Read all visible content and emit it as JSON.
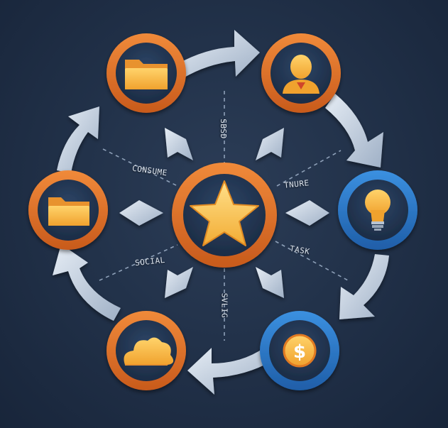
{
  "labels": {
    "top": "SBSD",
    "upper_left": "CONSUME",
    "upper_right": "TNURE",
    "lower_left": "SOCIAL",
    "lower_right": "TASK",
    "bottom": "SVLIG"
  },
  "nodes": {
    "center": {
      "icon": "star-icon",
      "ring": "orange"
    },
    "top_left": {
      "icon": "folder-icon",
      "ring": "orange"
    },
    "top_right": {
      "icon": "user-icon",
      "ring": "orange"
    },
    "right": {
      "icon": "lightbulb-icon",
      "ring": "blue"
    },
    "bottom_right": {
      "icon": "dollar-icon",
      "ring": "blue"
    },
    "bottom_left": {
      "icon": "cloud-icon",
      "ring": "orange"
    },
    "left": {
      "icon": "folder-icon",
      "ring": "orange"
    }
  },
  "colors": {
    "background": "#1e2c42",
    "orange_ring": "#e0742a",
    "blue_ring": "#2f7fd0",
    "inner": "#233552",
    "icon_yellow": "#f5b642",
    "arrow": "#c9d5e3"
  }
}
